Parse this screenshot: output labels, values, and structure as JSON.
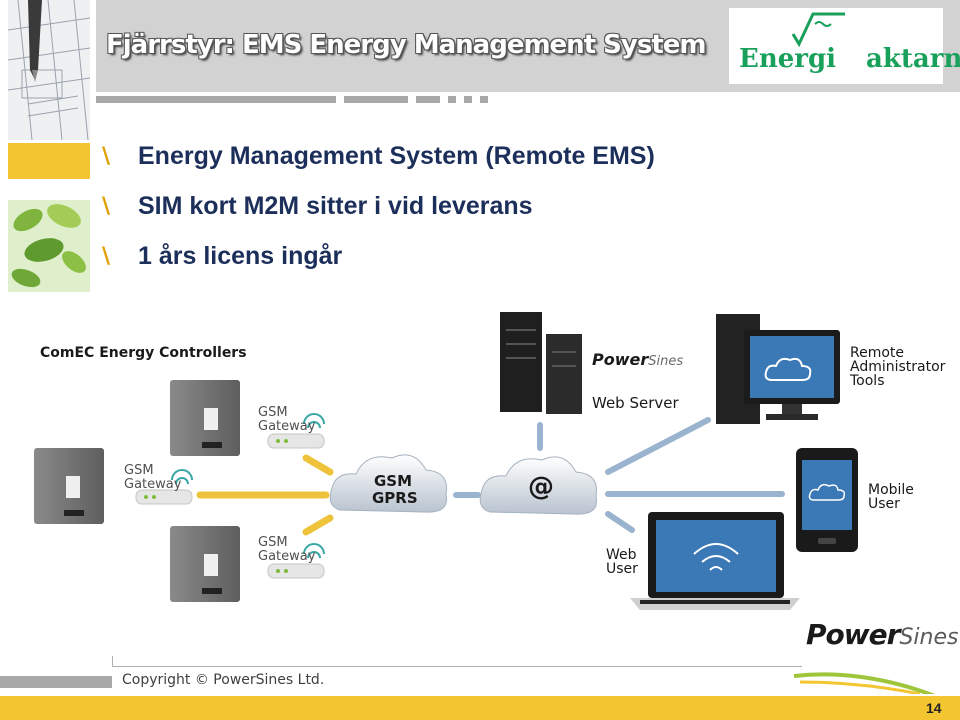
{
  "header": {
    "title": "Fjärrstyr: EMS Energy Management System",
    "logo_text": "Energi√aktarna"
  },
  "bullets": [
    {
      "text": "Energy Management System (Remote EMS)"
    },
    {
      "text": "SIM kort M2M sitter i vid leverans"
    },
    {
      "text": "1 års licens ingår"
    }
  ],
  "diagram": {
    "controllers_label": "ComEC Energy Controllers",
    "gateway_label_line1": "GSM",
    "gateway_label_line2": "Gateway",
    "cloud_gsm_line1": "GSM",
    "cloud_gsm_line2": "GPRS",
    "cloud_internet": "@",
    "powersines_small": "Power",
    "powersines_small_2": "Sines",
    "web_server_label": "Web Server",
    "remote_admin_line1": "Remote",
    "remote_admin_line2": "Administrator",
    "remote_admin_line3": "Tools",
    "mobile_line1": "Mobile",
    "mobile_line2": "User",
    "web_user_line1": "Web",
    "web_user_line2": "User"
  },
  "footer": {
    "powersines_logo_1": "Power",
    "powersines_logo_2": "Sines",
    "copyright": "Copyright © PowerSines Ltd.",
    "page_number": "14"
  },
  "colors": {
    "accent_yellow": "#f3c531",
    "heading_blue": "#1c2e5a",
    "logo_green": "#19a05b"
  }
}
